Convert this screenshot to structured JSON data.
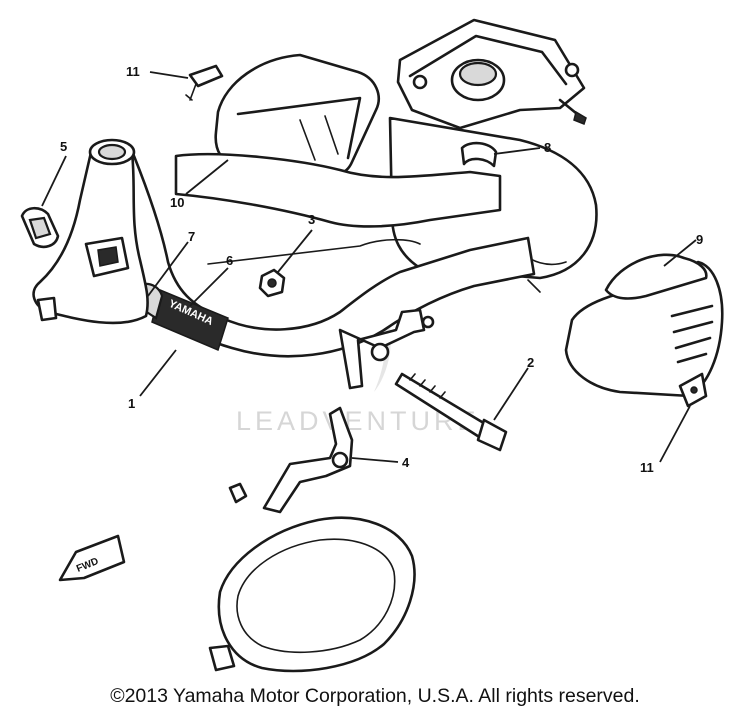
{
  "watermark": "LEADVENTURE",
  "callouts": {
    "c1": "1",
    "c2": "2",
    "c3": "3",
    "c4": "4",
    "c5": "5",
    "c6": "6",
    "c7": "7",
    "c8": "8",
    "c9": "9",
    "c10": "10",
    "c11_top": "11",
    "c11_bottom": "11"
  },
  "exhaust_brand_stamp": "YAMAHA",
  "forward_arrow_label": "FWD",
  "copyright": "©2013 Yamaha Motor Corporation, U.S.A. All rights reserved."
}
